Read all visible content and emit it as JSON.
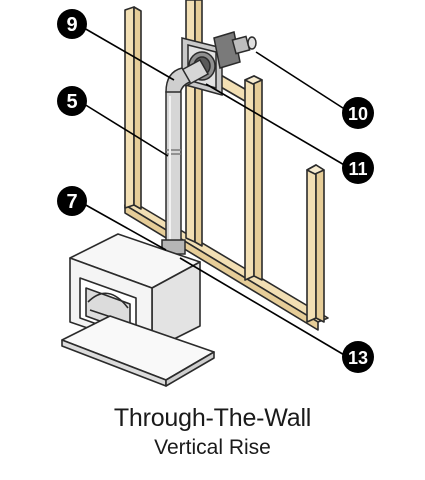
{
  "caption": {
    "title": "Through-The-Wall",
    "subtitle": "Vertical Rise"
  },
  "callouts": [
    {
      "id": "c9",
      "label": "9"
    },
    {
      "id": "c5",
      "label": "5"
    },
    {
      "id": "c7",
      "label": "7"
    },
    {
      "id": "c10",
      "label": "10"
    },
    {
      "id": "c11",
      "label": "11"
    },
    {
      "id": "c13",
      "label": "13"
    }
  ],
  "colors": {
    "wood": "#f2dfb4",
    "wood_stroke": "#2b2b2b",
    "pipe": "#d6d6d6",
    "pipe_dark": "#9a9a9a",
    "stove": "#f4f4f4",
    "callout": "#000000"
  }
}
